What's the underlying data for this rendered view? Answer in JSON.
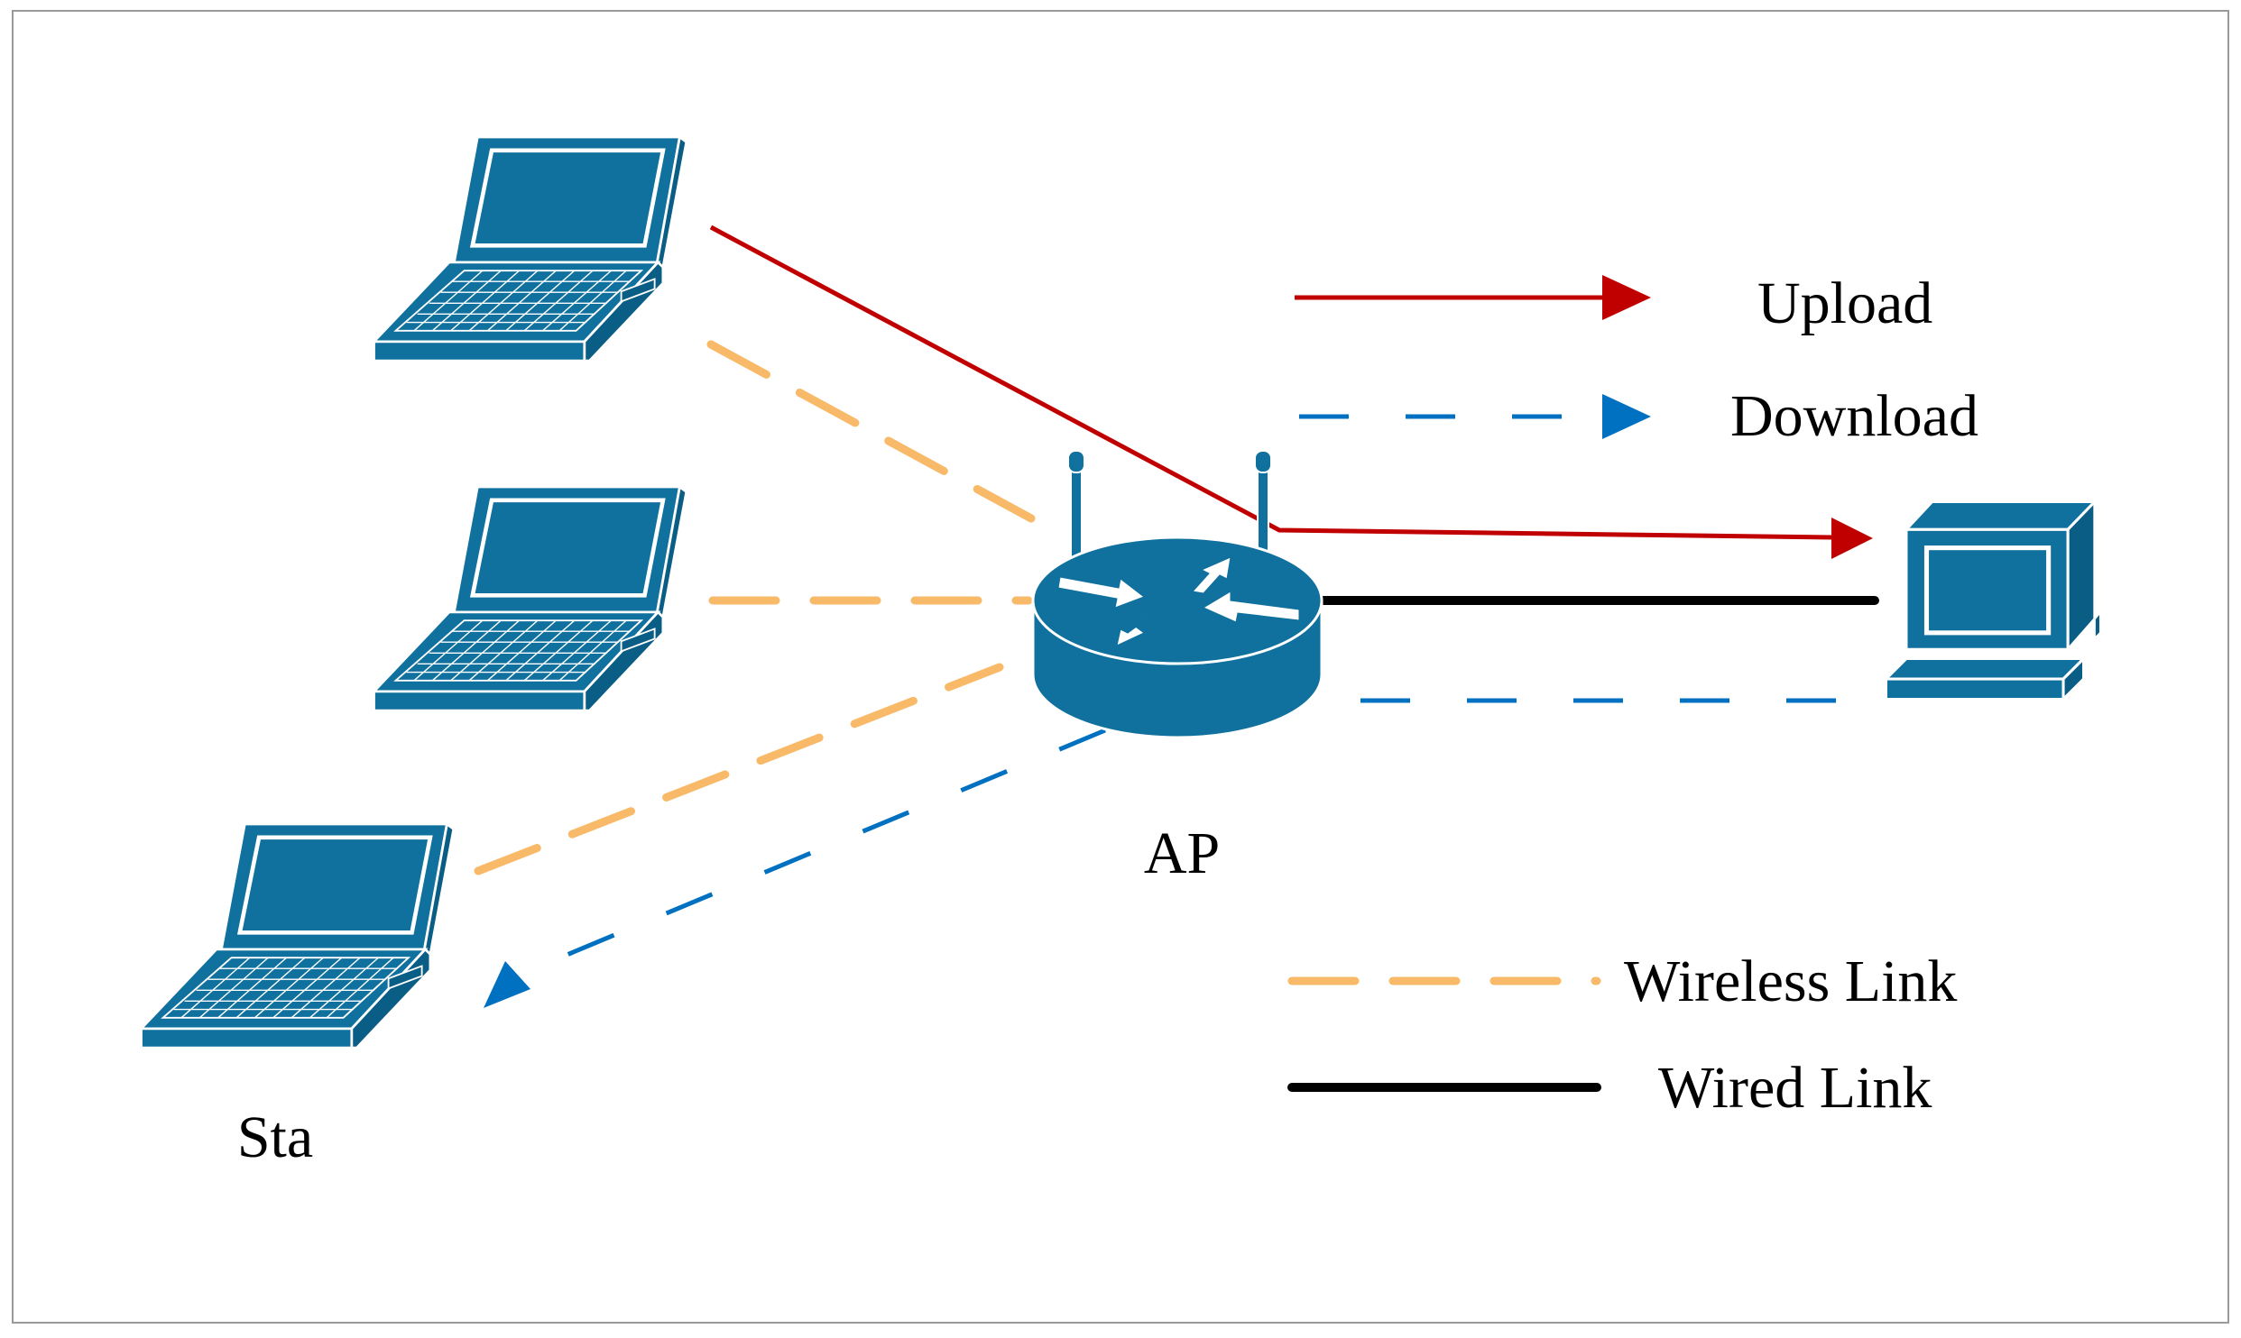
{
  "labels": {
    "ap": "AP",
    "sta": "Sta"
  },
  "legend": {
    "upload": "Upload",
    "download": "Download",
    "wireless_link": "Wireless Link",
    "wired_link": "Wired Link"
  },
  "colors": {
    "device_fill": "#10709e",
    "device_dark": "#0a5d84",
    "upload": "#c00000",
    "download": "#0070c0",
    "wireless": "#f8b968",
    "wired": "#000000",
    "frame": "#9a9a9a"
  },
  "icons": {
    "station": "laptop-icon",
    "access_point": "router-icon",
    "server": "desktop-computer-icon"
  }
}
